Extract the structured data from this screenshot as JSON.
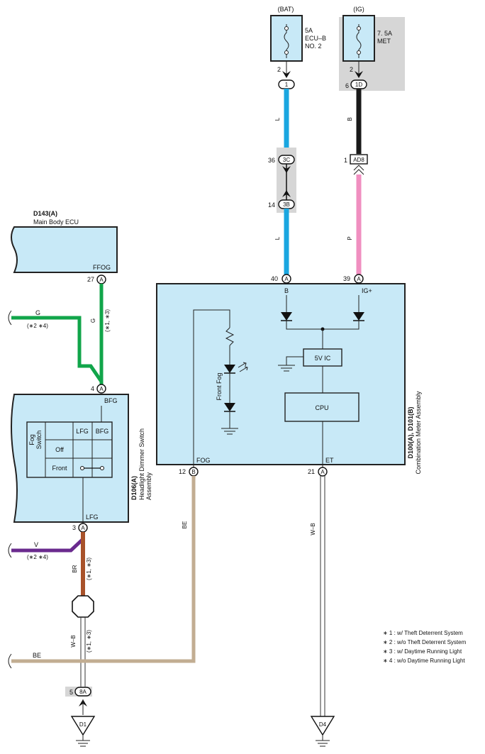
{
  "sources": {
    "bat": {
      "tag": "(BAT)",
      "fuse_rating": "5A",
      "fuse_name_1": "ECU–B",
      "fuse_name_2": "NO. 2",
      "pin": "2",
      "connector": "1"
    },
    "ig": {
      "tag": "(IG)",
      "fuse_rating": "7. 5A",
      "fuse_name_1": "MET",
      "pin": "2",
      "connector": "1D",
      "connector_pin": "6"
    }
  },
  "wires": {
    "bat_color": "L",
    "ig_color": "B",
    "pink_color": "P",
    "bat_lower_color": "L",
    "green_color": "G",
    "green_left_color": "G",
    "violet_color": "V",
    "brown_color": "BR",
    "wb_left_color": "W–B",
    "wb_right_color": "W–B",
    "beige_color": "BE",
    "beige_left_color": "BE"
  },
  "junctions": {
    "j3c": {
      "pin": "36",
      "label": "3C"
    },
    "j3b": {
      "pin": "14",
      "label": "3B"
    },
    "ad8": {
      "pin": "1",
      "label": "AD8"
    },
    "j8a": {
      "pin": "5",
      "label": "8A"
    }
  },
  "ecu": {
    "code": "D143(A)",
    "name": "Main Body ECU",
    "term": "FFOG",
    "pin": "27",
    "conn": "A"
  },
  "headlight_switch": {
    "code": "D106(A)",
    "name_1": "Headlight Dimmer Switch",
    "name_2": "Assembly",
    "term_top": "BFG",
    "pin_top": "4",
    "conn_top": "A",
    "term_bottom": "LFG",
    "pin_bottom": "3",
    "conn_bottom": "A",
    "table": {
      "col1": "LFG",
      "col2": "BFG",
      "row_header_1": "Fog",
      "row_header_2": "Switch",
      "row1": "Off",
      "row2": "Front"
    }
  },
  "meter": {
    "code": "D100(A), D101(B)",
    "name": "Combination Meter Assembly",
    "term_b": "B",
    "pin_b": "40",
    "conn_b": "A",
    "term_ig": "IG+",
    "pin_ig": "39",
    "conn_ig": "A",
    "term_fog": "FOG",
    "pin_fog": "12",
    "conn_fog": "B",
    "term_et": "ET",
    "pin_et": "21",
    "conn_et": "A",
    "ic_label": "5V IC",
    "cpu_label": "CPU",
    "lamp_label": "Front Fog"
  },
  "grounds": {
    "d1": "D1",
    "d4": "D4"
  },
  "annotations": {
    "g_note": "(∗1, ∗3)",
    "g_left_note": "(∗2 ∗4)",
    "v_note": "(∗2 ∗4)",
    "br_note": "(∗1, ∗3)",
    "wb_note": "(∗1, ∗3)"
  },
  "legend": [
    "∗ 1 : w/ Theft Deterrent System",
    "∗ 2 : w/o Theft Deterrent System",
    "∗ 3 : w/ Daytime Running Light",
    "∗ 4 : w/o Daytime Running Light"
  ],
  "colors": {
    "box_fill": "#c8e9f7",
    "wire_L": "#1aa6e0",
    "wire_B": "#1a1a1a",
    "wire_P": "#f08fc0",
    "wire_G": "#11a54a",
    "wire_V": "#6a2a8e",
    "wire_BR": "#a8522a",
    "wire_BE": "#c2ad92",
    "junction_gray": "#d6d6d6"
  }
}
